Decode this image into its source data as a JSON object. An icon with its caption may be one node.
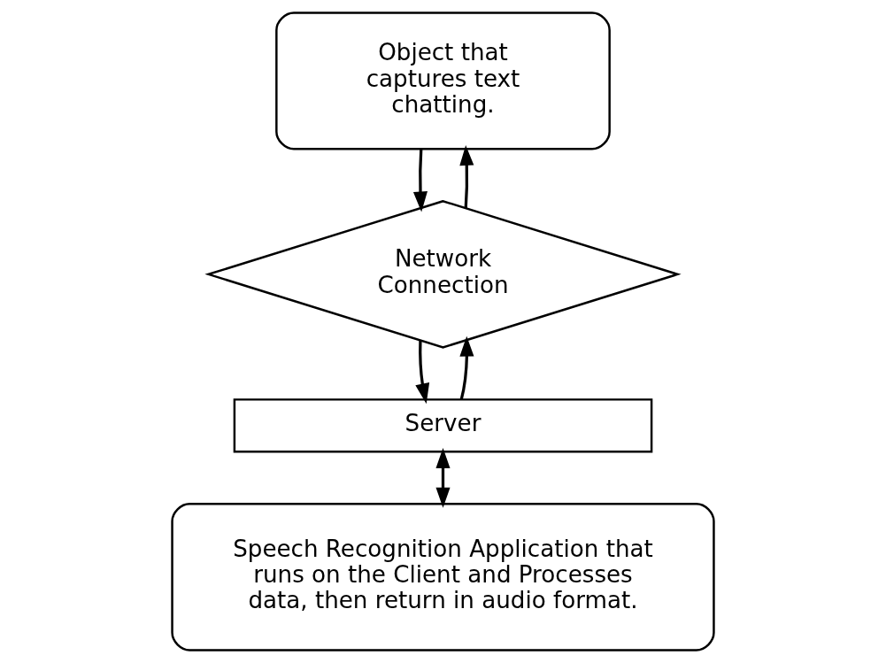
{
  "diagram": {
    "nodes": [
      {
        "text": [
          "Object that captures text chatting."
        ]
      },
      {
        "text": [
          "Network Connection"
        ]
      },
      {
        "text": [
          "Server"
        ]
      },
      {
        "text": [
          "Speech Recognition Application that runs on the Client and Processes data, then return in audio format."
        ]
      }
    ],
    "edges": [
      {
        "from": 0,
        "to": 1,
        "arrow": "to"
      },
      {
        "from": 1,
        "to": 0,
        "arrow": "to"
      },
      {
        "from": 1,
        "to": 2,
        "arrow": "to"
      },
      {
        "from": 2,
        "to": 1,
        "arrow": "to"
      },
      {
        "from": 2,
        "to": 3,
        "arrow": "both"
      }
    ]
  }
}
